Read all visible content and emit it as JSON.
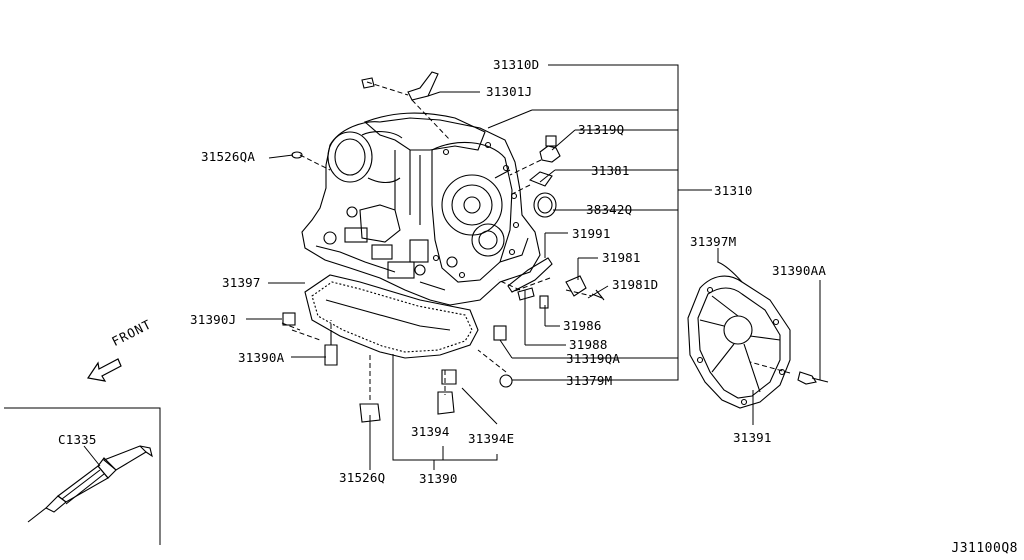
{
  "labels": {
    "p31310D": "31310D",
    "p31301J": "31301J",
    "p31319Q": "31319Q",
    "p31526QA": "31526QA",
    "p31381": "31381",
    "p31310": "31310",
    "p38342Q": "38342Q",
    "p31991": "31991",
    "p31397M": "31397M",
    "p31981": "31981",
    "p31390AA": "31390AA",
    "p31397": "31397",
    "p31981D": "31981D",
    "p31390J": "31390J",
    "p31986": "31986",
    "p31988": "31988",
    "p31390A": "31390A",
    "p31319QA": "31319QA",
    "p31379M": "31379M",
    "p31394": "31394",
    "p31394E": "31394E",
    "p31526Q": "31526Q",
    "p31390": "31390",
    "p31391": "31391",
    "pC1335": "C1335"
  },
  "front_label": "FRONT",
  "diagram_code": "J31100Q8"
}
